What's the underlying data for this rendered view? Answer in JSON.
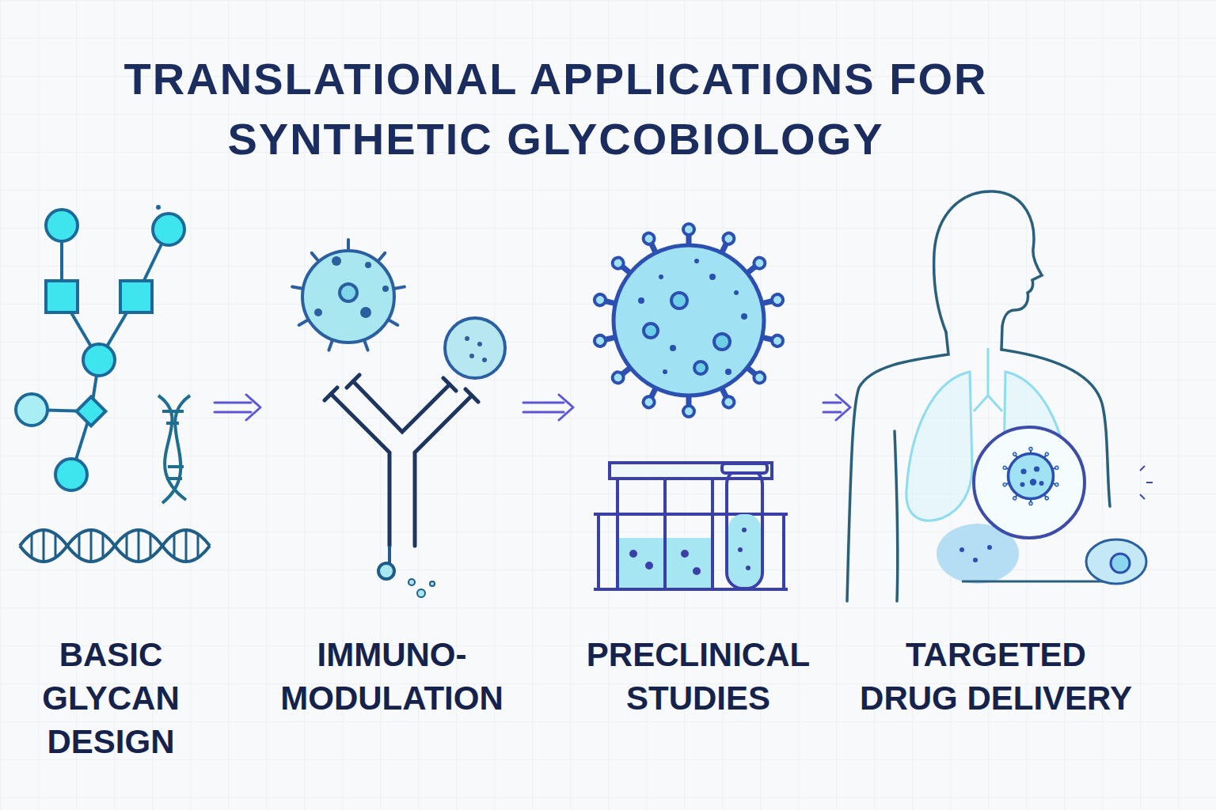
{
  "diagram": {
    "title": "TRANSLATIONAL APPLICATIONS FOR SYNTHETIC GLYCOBIOLOGY",
    "nodes": [
      {
        "text": [
          "BASIC GLYCAN DESIGN"
        ]
      },
      {
        "text": [
          "IMMUNO- MODULATION"
        ]
      },
      {
        "text": [
          "PRECLINICAL STUDIES"
        ]
      },
      {
        "text": [
          "TARGETED DRUG DELIVERY"
        ]
      }
    ],
    "edges": [
      {
        "from": 0,
        "to": 1,
        "arrow": "to"
      },
      {
        "from": 1,
        "to": 2,
        "arrow": "to"
      },
      {
        "from": 2,
        "to": 3,
        "arrow": "to"
      }
    ]
  }
}
